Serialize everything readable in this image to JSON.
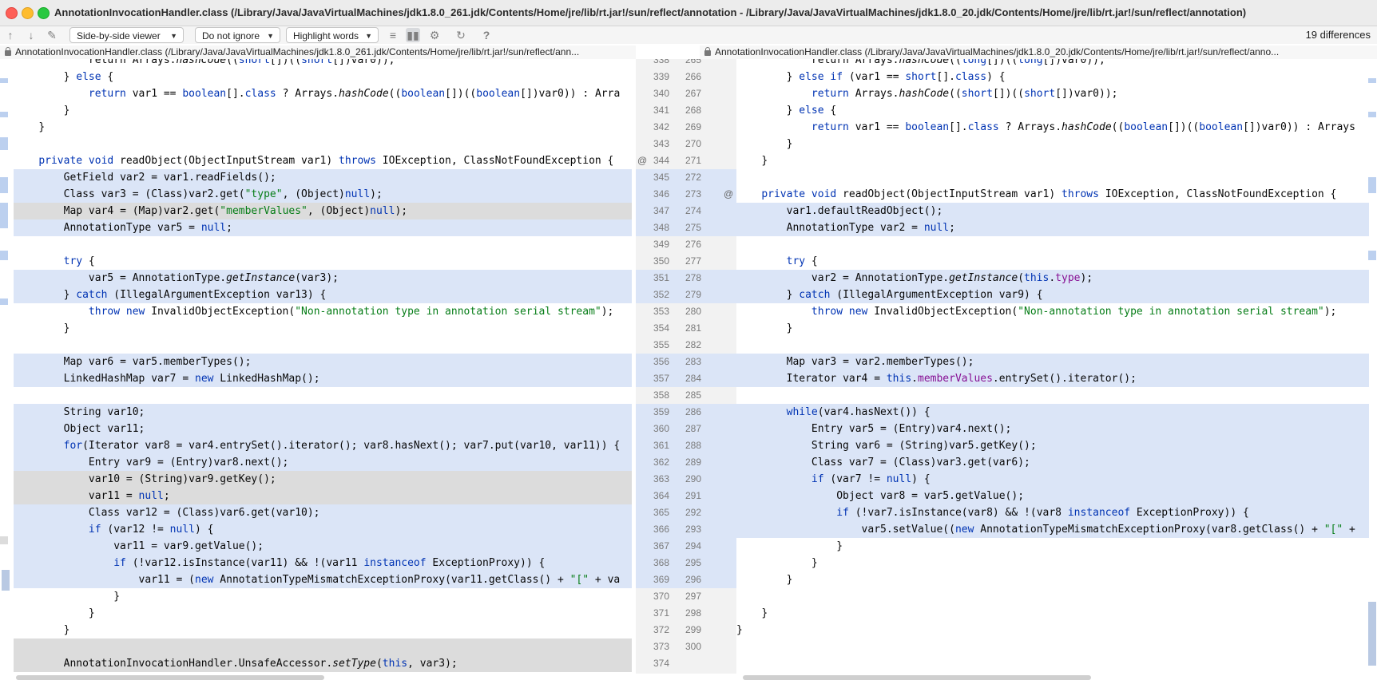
{
  "window": {
    "title": "AnnotationInvocationHandler.class (/Library/Java/JavaVirtualMachines/jdk1.8.0_261.jdk/Contents/Home/jre/lib/rt.jar!/sun/reflect/annotation - /Library/Java/JavaVirtualMachines/jdk1.8.0_20.jdk/Contents/Home/jre/lib/rt.jar!/sun/reflect/annotation)"
  },
  "toolbar": {
    "viewer": "Side-by-side viewer",
    "ignore": "Do not ignore",
    "highlight": "Highlight words",
    "help": "?",
    "differences": "19 differences"
  },
  "left_path": "AnnotationInvocationHandler.class (/Library/Java/JavaVirtualMachines/jdk1.8.0_261.jdk/Contents/Home/jre/lib/rt.jar!/sun/reflect/ann...",
  "right_path": "AnnotationInvocationHandler.class (/Library/Java/JavaVirtualMachines/jdk1.8.0_20.jdk/Contents/Home/jre/lib/rt.jar!/sun/reflect/anno...",
  "colors": {
    "modified": "#dbe5f7",
    "changed": "#dcdcdc",
    "keyword": "#0033b3",
    "string": "#067d17",
    "field": "#871094"
  },
  "left_lines": [
    {
      "ind": "            ",
      "parts": [
        {
          "t": "return Arrays."
        },
        {
          "t": "hashCode",
          "c": "it"
        },
        {
          "t": "(("
        },
        {
          "t": "short",
          "c": "kw"
        },
        {
          "t": "[])(("
        },
        {
          "t": "short",
          "c": "kw"
        },
        {
          "t": "[])var0));"
        }
      ]
    },
    {
      "ind": "        ",
      "parts": [
        {
          "t": "} "
        },
        {
          "t": "else",
          "c": "kw"
        },
        {
          "t": " {"
        }
      ]
    },
    {
      "ind": "            ",
      "parts": [
        {
          "t": "return",
          "c": "kw"
        },
        {
          "t": " var1 == "
        },
        {
          "t": "boolean",
          "c": "kw"
        },
        {
          "t": "[]."
        },
        {
          "t": "class",
          "c": "kw"
        },
        {
          "t": " ? Arrays."
        },
        {
          "t": "hashCode",
          "c": "it"
        },
        {
          "t": "(("
        },
        {
          "t": "boolean",
          "c": "kw"
        },
        {
          "t": "[])(("
        },
        {
          "t": "boolean",
          "c": "kw"
        },
        {
          "t": "[])var0)) : Arra"
        }
      ]
    },
    {
      "ind": "        ",
      "parts": [
        {
          "t": "}"
        }
      ]
    },
    {
      "ind": "    ",
      "parts": [
        {
          "t": "}"
        }
      ]
    },
    {
      "ind": "",
      "parts": []
    },
    {
      "ind": "    ",
      "parts": [
        {
          "t": "private void",
          "c": "kw"
        },
        {
          "t": " readObject(ObjectInputStream var1) "
        },
        {
          "t": "throws",
          "c": "kw"
        },
        {
          "t": " IOException, ClassNotFoundException {"
        }
      ]
    },
    {
      "ind": "        ",
      "hl": "mod",
      "parts": [
        {
          "t": "GetField var2 = var1.readFields();"
        }
      ]
    },
    {
      "ind": "        ",
      "hl": "mod",
      "parts": [
        {
          "t": "Class var3 = (Class)var2.get("
        },
        {
          "t": "\"type\"",
          "c": "str"
        },
        {
          "t": ", (Object)"
        },
        {
          "t": "null",
          "c": "kw"
        },
        {
          "t": ");"
        }
      ]
    },
    {
      "ind": "        ",
      "hl": "chg",
      "parts": [
        {
          "t": "Map var4 = (Map)var2.get("
        },
        {
          "t": "\"memberValues\"",
          "c": "str"
        },
        {
          "t": ", (Object)"
        },
        {
          "t": "null",
          "c": "kw"
        },
        {
          "t": ");"
        }
      ]
    },
    {
      "ind": "        ",
      "hl": "mod",
      "parts": [
        {
          "t": "AnnotationType var5 = "
        },
        {
          "t": "null",
          "c": "kw"
        },
        {
          "t": ";"
        }
      ]
    },
    {
      "ind": "",
      "parts": []
    },
    {
      "ind": "        ",
      "parts": [
        {
          "t": "try",
          "c": "kw"
        },
        {
          "t": " {"
        }
      ]
    },
    {
      "ind": "            ",
      "hl": "mod",
      "parts": [
        {
          "t": "var5 = AnnotationType."
        },
        {
          "t": "getInstance",
          "c": "it"
        },
        {
          "t": "(var3);"
        }
      ]
    },
    {
      "ind": "        ",
      "hl": "mod",
      "parts": [
        {
          "t": "} "
        },
        {
          "t": "catch",
          "c": "kw"
        },
        {
          "t": " (IllegalArgumentException var13) {"
        }
      ]
    },
    {
      "ind": "            ",
      "parts": [
        {
          "t": "throw new",
          "c": "kw"
        },
        {
          "t": " InvalidObjectException("
        },
        {
          "t": "\"Non-annotation type in annotation serial stream\"",
          "c": "str"
        },
        {
          "t": ");"
        }
      ]
    },
    {
      "ind": "        ",
      "parts": [
        {
          "t": "}"
        }
      ]
    },
    {
      "ind": "",
      "parts": []
    },
    {
      "ind": "        ",
      "hl": "mod",
      "parts": [
        {
          "t": "Map var6 = var5.memberTypes();"
        }
      ]
    },
    {
      "ind": "        ",
      "hl": "mod",
      "parts": [
        {
          "t": "LinkedHashMap var7 = "
        },
        {
          "t": "new",
          "c": "kw"
        },
        {
          "t": " LinkedHashMap();"
        }
      ]
    },
    {
      "ind": "",
      "parts": []
    },
    {
      "ind": "        ",
      "hl": "mod",
      "parts": [
        {
          "t": "String var10;"
        }
      ]
    },
    {
      "ind": "        ",
      "hl": "mod",
      "parts": [
        {
          "t": "Object var11;"
        }
      ]
    },
    {
      "ind": "        ",
      "hl": "mod",
      "parts": [
        {
          "t": "for",
          "c": "kw"
        },
        {
          "t": "(Iterator var8 = var4.entrySet().iterator(); var8.hasNext(); var7.put(var10, var11)) {"
        }
      ]
    },
    {
      "ind": "            ",
      "hl": "mod",
      "parts": [
        {
          "t": "Entry var9 = (Entry)var8.next();"
        }
      ]
    },
    {
      "ind": "            ",
      "hl": "chg",
      "parts": [
        {
          "t": "var10 = (String)var9.getKey();"
        }
      ]
    },
    {
      "ind": "            ",
      "hl": "chg",
      "parts": [
        {
          "t": "var11 = "
        },
        {
          "t": "null",
          "c": "kw"
        },
        {
          "t": ";"
        }
      ]
    },
    {
      "ind": "            ",
      "hl": "mod",
      "parts": [
        {
          "t": "Class var12 = (Class)var6.get(var10);"
        }
      ]
    },
    {
      "ind": "            ",
      "hl": "mod",
      "parts": [
        {
          "t": "if",
          "c": "kw"
        },
        {
          "t": " (var12 != "
        },
        {
          "t": "null",
          "c": "kw"
        },
        {
          "t": ") {"
        }
      ]
    },
    {
      "ind": "                ",
      "hl": "mod",
      "parts": [
        {
          "t": "var11 = var9.getValue();"
        }
      ]
    },
    {
      "ind": "                ",
      "hl": "mod",
      "parts": [
        {
          "t": "if",
          "c": "kw"
        },
        {
          "t": " (!var12.isInstance(var11) && !(var11 "
        },
        {
          "t": "instanceof",
          "c": "kw"
        },
        {
          "t": " ExceptionProxy)) {"
        }
      ]
    },
    {
      "ind": "                    ",
      "hl": "mod",
      "parts": [
        {
          "t": "var11 = ("
        },
        {
          "t": "new",
          "c": "kw"
        },
        {
          "t": " AnnotationTypeMismatchExceptionProxy(var11.getClass() + "
        },
        {
          "t": "\"[\"",
          "c": "str"
        },
        {
          "t": " + va"
        }
      ]
    },
    {
      "ind": "                ",
      "parts": [
        {
          "t": "}"
        }
      ]
    },
    {
      "ind": "            ",
      "parts": [
        {
          "t": "}"
        }
      ]
    },
    {
      "ind": "        ",
      "parts": [
        {
          "t": "}"
        }
      ]
    },
    {
      "ind": "",
      "hl": "chg",
      "parts": []
    },
    {
      "ind": "        ",
      "hl": "chg",
      "parts": [
        {
          "t": "AnnotationInvocationHandler.UnsafeAccessor."
        },
        {
          "t": "setType",
          "c": "it"
        },
        {
          "t": "("
        },
        {
          "t": "this",
          "c": "kw"
        },
        {
          "t": ", var3);"
        }
      ]
    }
  ],
  "right_lines": [
    {
      "ind": "            ",
      "parts": [
        {
          "t": "return Arrays."
        },
        {
          "t": "hashCode",
          "c": "it"
        },
        {
          "t": "(("
        },
        {
          "t": "long",
          "c": "kw"
        },
        {
          "t": "[])(("
        },
        {
          "t": "long",
          "c": "kw"
        },
        {
          "t": "[])var0));"
        }
      ]
    },
    {
      "ind": "        ",
      "parts": [
        {
          "t": "} "
        },
        {
          "t": "else if",
          "c": "kw"
        },
        {
          "t": " (var1 == "
        },
        {
          "t": "short",
          "c": "kw"
        },
        {
          "t": "[]."
        },
        {
          "t": "class",
          "c": "kw"
        },
        {
          "t": ") {"
        }
      ]
    },
    {
      "ind": "            ",
      "parts": [
        {
          "t": "return",
          "c": "kw"
        },
        {
          "t": " Arrays."
        },
        {
          "t": "hashCode",
          "c": "it"
        },
        {
          "t": "(("
        },
        {
          "t": "short",
          "c": "kw"
        },
        {
          "t": "[])(("
        },
        {
          "t": "short",
          "c": "kw"
        },
        {
          "t": "[])var0));"
        }
      ]
    },
    {
      "ind": "        ",
      "parts": [
        {
          "t": "} "
        },
        {
          "t": "else",
          "c": "kw"
        },
        {
          "t": " {"
        }
      ]
    },
    {
      "ind": "            ",
      "parts": [
        {
          "t": "return",
          "c": "kw"
        },
        {
          "t": " var1 == "
        },
        {
          "t": "boolean",
          "c": "kw"
        },
        {
          "t": "[]."
        },
        {
          "t": "class",
          "c": "kw"
        },
        {
          "t": " ? Arrays."
        },
        {
          "t": "hashCode",
          "c": "it"
        },
        {
          "t": "(("
        },
        {
          "t": "boolean",
          "c": "kw"
        },
        {
          "t": "[])(("
        },
        {
          "t": "boolean",
          "c": "kw"
        },
        {
          "t": "[])var0)) : Arrays"
        }
      ]
    },
    {
      "ind": "        ",
      "parts": [
        {
          "t": "}"
        }
      ]
    },
    {
      "ind": "    ",
      "parts": [
        {
          "t": "}"
        }
      ]
    },
    {
      "ind": "",
      "parts": []
    },
    {
      "ind": "    ",
      "parts": [
        {
          "t": "private void",
          "c": "kw"
        },
        {
          "t": " readObject(ObjectInputStream var1) "
        },
        {
          "t": "throws",
          "c": "kw"
        },
        {
          "t": " IOException, ClassNotFoundException {"
        }
      ]
    },
    {
      "ind": "        ",
      "hl": "mod",
      "parts": [
        {
          "t": "var1.defaultReadObject();"
        }
      ]
    },
    {
      "ind": "        ",
      "hl": "mod",
      "parts": [
        {
          "t": "AnnotationType var2 = "
        },
        {
          "t": "null",
          "c": "kw"
        },
        {
          "t": ";"
        }
      ]
    },
    {
      "ind": "",
      "parts": []
    },
    {
      "ind": "        ",
      "parts": [
        {
          "t": "try",
          "c": "kw"
        },
        {
          "t": " {"
        }
      ]
    },
    {
      "ind": "            ",
      "hl": "mod",
      "parts": [
        {
          "t": "var2 = AnnotationType."
        },
        {
          "t": "getInstance",
          "c": "it"
        },
        {
          "t": "("
        },
        {
          "t": "this",
          "c": "kw"
        },
        {
          "t": "."
        },
        {
          "t": "type",
          "c": "fld"
        },
        {
          "t": ");"
        }
      ]
    },
    {
      "ind": "        ",
      "hl": "mod",
      "parts": [
        {
          "t": "} "
        },
        {
          "t": "catch",
          "c": "kw"
        },
        {
          "t": " (IllegalArgumentException var9) {"
        }
      ]
    },
    {
      "ind": "            ",
      "parts": [
        {
          "t": "throw new",
          "c": "kw"
        },
        {
          "t": " InvalidObjectException("
        },
        {
          "t": "\"Non-annotation type in annotation serial stream\"",
          "c": "str"
        },
        {
          "t": ");"
        }
      ]
    },
    {
      "ind": "        ",
      "parts": [
        {
          "t": "}"
        }
      ]
    },
    {
      "ind": "",
      "parts": []
    },
    {
      "ind": "        ",
      "hl": "mod",
      "parts": [
        {
          "t": "Map var3 = var2.memberTypes();"
        }
      ]
    },
    {
      "ind": "        ",
      "hl": "mod",
      "parts": [
        {
          "t": "Iterator var4 = "
        },
        {
          "t": "this",
          "c": "kw"
        },
        {
          "t": "."
        },
        {
          "t": "memberValues",
          "c": "fld"
        },
        {
          "t": ".entrySet().iterator();"
        }
      ]
    },
    {
      "ind": "",
      "parts": []
    },
    {
      "ind": "        ",
      "hl": "mod",
      "parts": [
        {
          "t": "while",
          "c": "kw"
        },
        {
          "t": "(var4.hasNext()) {"
        }
      ]
    },
    {
      "ind": "            ",
      "hl": "mod",
      "parts": [
        {
          "t": "Entry var5 = (Entry)var4.next();"
        }
      ]
    },
    {
      "ind": "            ",
      "hl": "mod",
      "parts": [
        {
          "t": "String var6 = (String)var5.getKey();"
        }
      ]
    },
    {
      "ind": "            ",
      "hl": "mod",
      "parts": [
        {
          "t": "Class var7 = (Class)var3.get(var6);"
        }
      ]
    },
    {
      "ind": "            ",
      "hl": "mod",
      "parts": [
        {
          "t": "if",
          "c": "kw"
        },
        {
          "t": " (var7 != "
        },
        {
          "t": "null",
          "c": "kw"
        },
        {
          "t": ") {"
        }
      ]
    },
    {
      "ind": "                ",
      "hl": "mod",
      "parts": [
        {
          "t": "Object var8 = var5.getValue();"
        }
      ]
    },
    {
      "ind": "                ",
      "hl": "mod",
      "parts": [
        {
          "t": "if",
          "c": "kw"
        },
        {
          "t": " (!var7.isInstance(var8) && !(var8 "
        },
        {
          "t": "instanceof",
          "c": "kw"
        },
        {
          "t": " ExceptionProxy)) {"
        }
      ]
    },
    {
      "ind": "                    ",
      "hl": "mod",
      "parts": [
        {
          "t": "var5.setValue(("
        },
        {
          "t": "new",
          "c": "kw"
        },
        {
          "t": " AnnotationTypeMismatchExceptionProxy(var8.getClass() + "
        },
        {
          "t": "\"[\"",
          "c": "str"
        },
        {
          "t": " +"
        }
      ]
    },
    {
      "ind": "                ",
      "parts": [
        {
          "t": "}"
        }
      ]
    },
    {
      "ind": "            ",
      "parts": [
        {
          "t": "}"
        }
      ]
    },
    {
      "ind": "        ",
      "parts": [
        {
          "t": "}"
        }
      ]
    },
    {
      "ind": "",
      "parts": []
    },
    {
      "ind": "    ",
      "parts": [
        {
          "t": "}"
        }
      ]
    },
    {
      "ind": "",
      "parts": [
        {
          "t": "}"
        }
      ]
    },
    {
      "ind": "",
      "parts": []
    },
    {
      "ind": "",
      "parts": []
    }
  ],
  "gutter": [
    {
      "l": "338",
      "r": "265"
    },
    {
      "l": "339",
      "r": "266"
    },
    {
      "l": "340",
      "r": "267"
    },
    {
      "l": "341",
      "r": "268"
    },
    {
      "l": "342",
      "r": "269"
    },
    {
      "l": "343",
      "r": "270"
    },
    {
      "l": "344",
      "r": "271",
      "ml": "@"
    },
    {
      "l": "345",
      "r": "272",
      "hl": "mod"
    },
    {
      "l": "346",
      "r": "273",
      "hl": "mod",
      "mr": "@"
    },
    {
      "l": "347",
      "r": "274",
      "hl": "mod"
    },
    {
      "l": "348",
      "r": "275",
      "hl": "mod"
    },
    {
      "l": "349",
      "r": "276"
    },
    {
      "l": "350",
      "r": "277"
    },
    {
      "l": "351",
      "r": "278",
      "hl": "mod"
    },
    {
      "l": "352",
      "r": "279",
      "hl": "mod"
    },
    {
      "l": "353",
      "r": "280"
    },
    {
      "l": "354",
      "r": "281"
    },
    {
      "l": "355",
      "r": "282"
    },
    {
      "l": "356",
      "r": "283",
      "hl": "mod"
    },
    {
      "l": "357",
      "r": "284",
      "hl": "mod"
    },
    {
      "l": "358",
      "r": "285"
    },
    {
      "l": "359",
      "r": "286",
      "hl": "mod"
    },
    {
      "l": "360",
      "r": "287",
      "hl": "mod"
    },
    {
      "l": "361",
      "r": "288",
      "hl": "mod"
    },
    {
      "l": "362",
      "r": "289",
      "hl": "mod"
    },
    {
      "l": "363",
      "r": "290",
      "hl": "mod"
    },
    {
      "l": "364",
      "r": "291",
      "hl": "mod"
    },
    {
      "l": "365",
      "r": "292",
      "hl": "mod"
    },
    {
      "l": "366",
      "r": "293",
      "hl": "mod"
    },
    {
      "l": "367",
      "r": "294",
      "hl": "mod"
    },
    {
      "l": "368",
      "r": "295",
      "hl": "mod"
    },
    {
      "l": "369",
      "r": "296",
      "hl": "mod"
    },
    {
      "l": "370",
      "r": "297"
    },
    {
      "l": "371",
      "r": "298"
    },
    {
      "l": "372",
      "r": "299"
    },
    {
      "l": "373",
      "r": "300"
    },
    {
      "l": "374",
      "r": ""
    }
  ]
}
